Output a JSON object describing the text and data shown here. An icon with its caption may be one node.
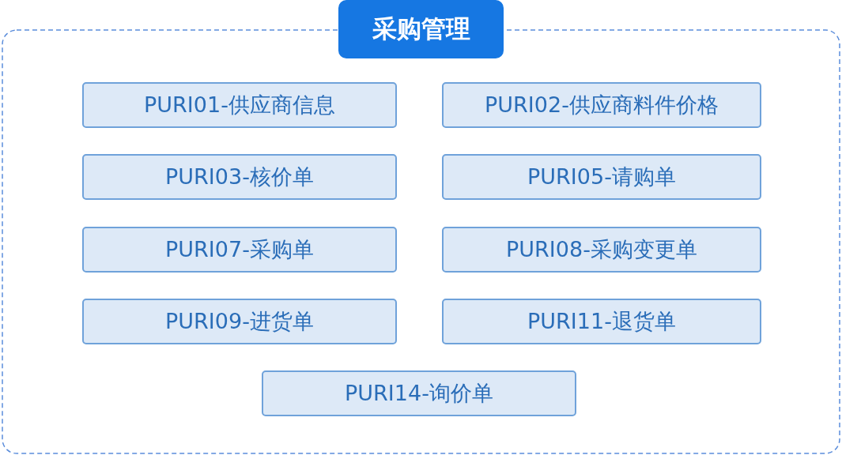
{
  "diagram": {
    "nodes": [
      {
        "text": [
          "采购管理"
        ]
      },
      {
        "text": [
          "PURI01-供应商信息"
        ],
        "in": 0
      },
      {
        "text": [
          "PURI02-供应商料件价格"
        ],
        "in": 0
      },
      {
        "text": [
          "PURI03-核价单"
        ],
        "in": 0
      },
      {
        "text": [
          "PURI05-请购单"
        ],
        "in": 0
      },
      {
        "text": [
          "PURI07-采购单"
        ],
        "in": 0
      },
      {
        "text": [
          "PURI08-采购变更单"
        ],
        "in": 0
      },
      {
        "text": [
          "PURI09-进货单"
        ],
        "in": 0
      },
      {
        "text": [
          "PURI11-退货单"
        ],
        "in": 0
      },
      {
        "text": [
          "PURI14-询价单"
        ],
        "in": 0
      }
    ]
  }
}
